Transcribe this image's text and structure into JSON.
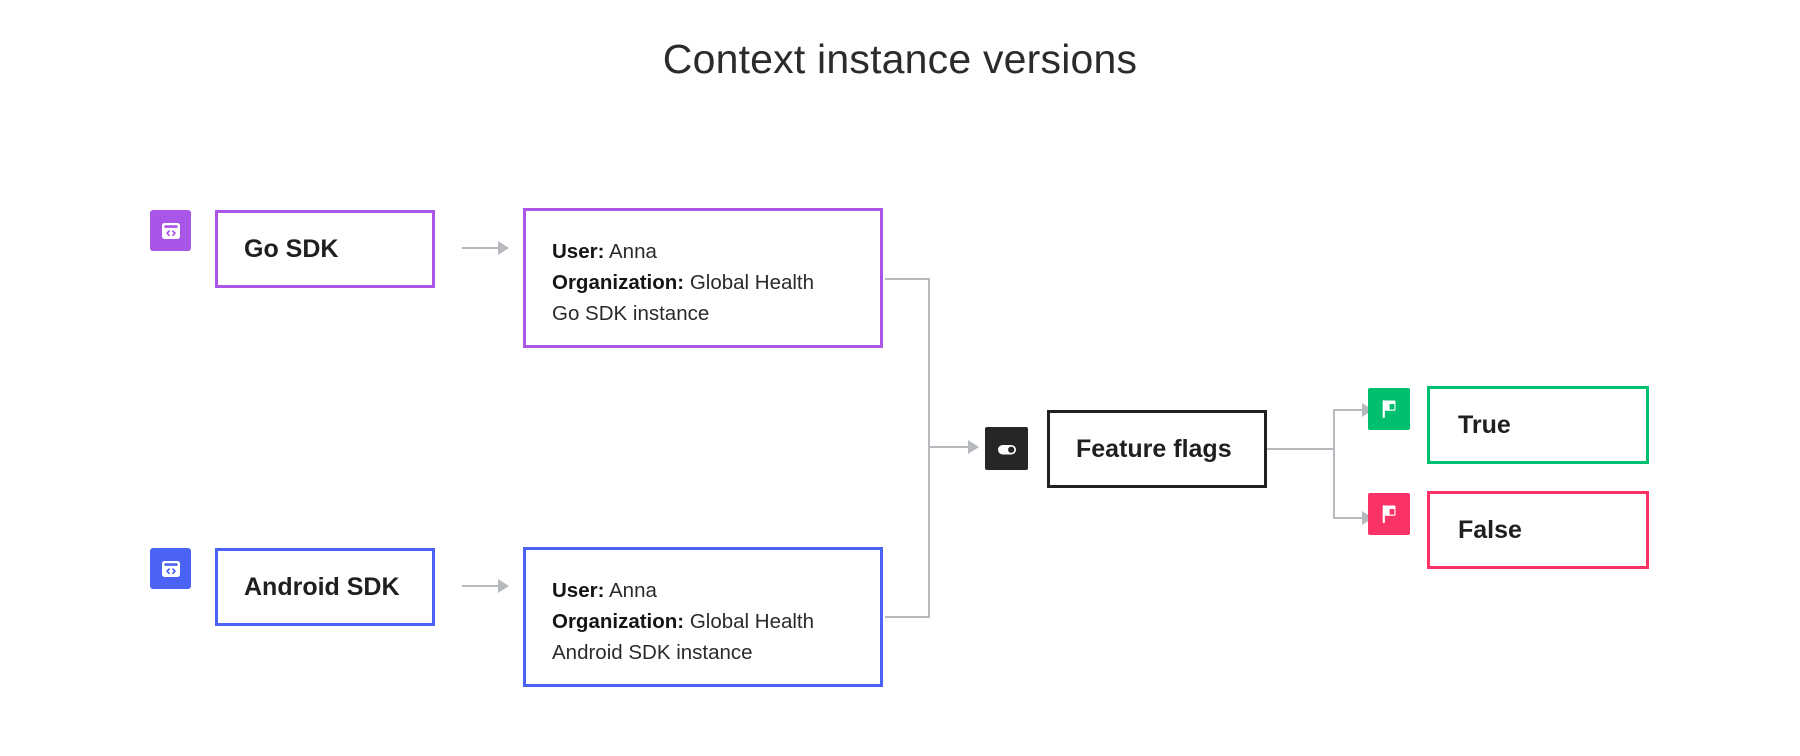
{
  "page": {
    "title": "Context instance versions",
    "background": "#ffffff"
  },
  "colors": {
    "purple": "#a855e8",
    "blue": "#4a63f5",
    "black": "#212121",
    "green": "#00bf6f",
    "pink": "#fa3366",
    "connector": "#b6b9bd",
    "text": "#1f1f1f"
  },
  "sources": [
    {
      "icon_name": "code-window-icon",
      "icon_color": "#a855e8",
      "sdk_label": "Go SDK",
      "border_color": "#a855e8",
      "detail": {
        "user_label": "User:",
        "user_value": "Anna",
        "org_label": "Organization:",
        "org_value": "Global Health",
        "instance_line": "Go SDK instance"
      }
    },
    {
      "icon_name": "code-window-icon",
      "icon_color": "#4a63f5",
      "sdk_label": "Android SDK",
      "border_color": "#4a63f5",
      "detail": {
        "user_label": "User:",
        "user_value": "Anna",
        "org_label": "Organization:",
        "org_value": "Global Health",
        "instance_line": "Android SDK instance"
      }
    }
  ],
  "evaluator": {
    "icon_name": "toggle-switch-icon",
    "icon_color": "#262626",
    "label": "Feature flags",
    "border_color": "#212121"
  },
  "outcomes": [
    {
      "icon_name": "flag-icon",
      "icon_color": "#00bf6f",
      "label": "True",
      "border_color": "#00bf6f"
    },
    {
      "icon_name": "flag-icon",
      "icon_color": "#fa3366",
      "label": "False",
      "border_color": "#fa3366"
    }
  ]
}
